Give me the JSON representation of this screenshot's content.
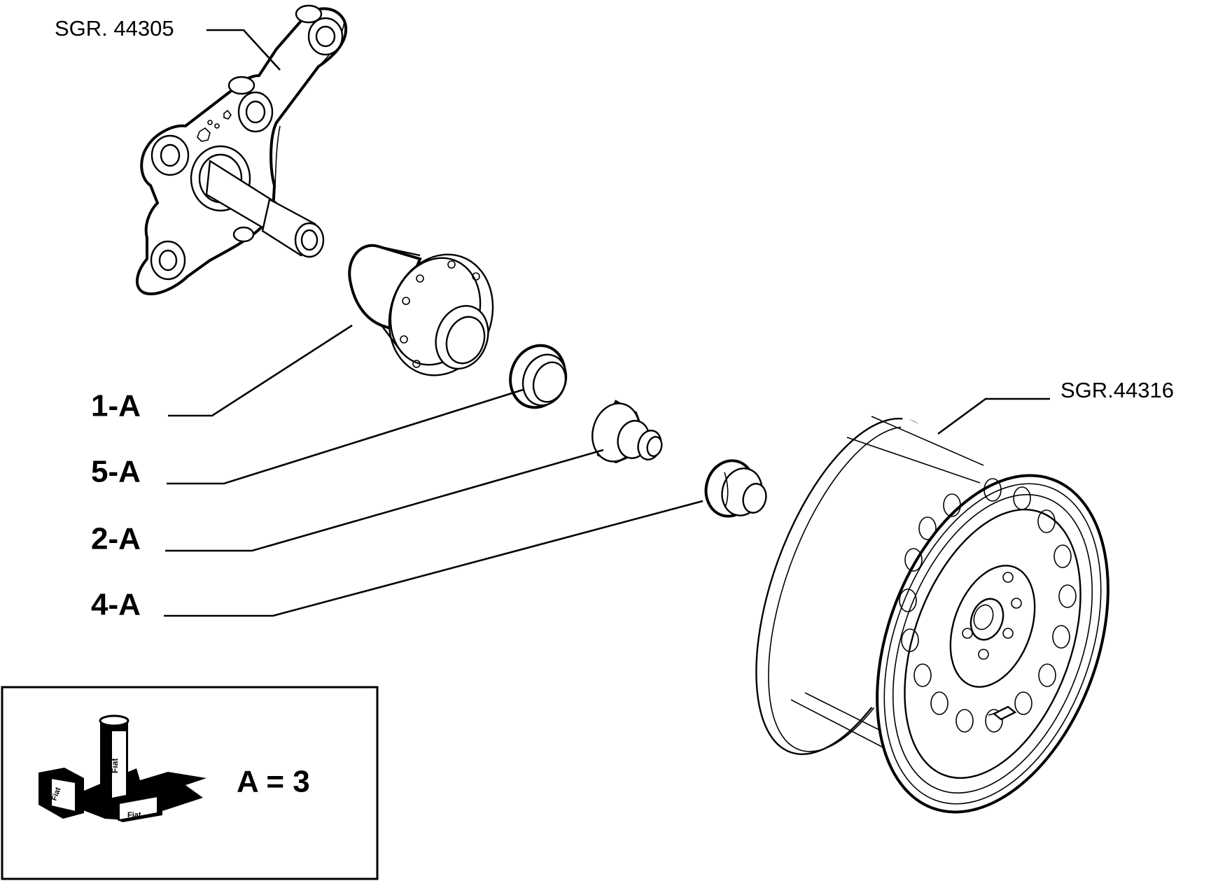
{
  "references": {
    "strut_ref": "SGR. 44305",
    "wheel_ref": "SGR.44316"
  },
  "callouts": [
    {
      "id": "hub",
      "label": "1-A"
    },
    {
      "id": "ring",
      "label": "5-A"
    },
    {
      "id": "nut",
      "label": "2-A"
    },
    {
      "id": "cap",
      "label": "4-A"
    }
  ],
  "legend": {
    "text": "A = 3",
    "icon": "fiat-lubricant-products-icon",
    "product_marks": [
      "Fiat",
      "Fiat",
      "Fiat"
    ]
  }
}
